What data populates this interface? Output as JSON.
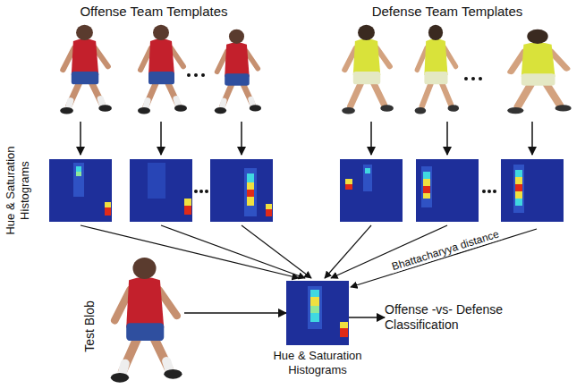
{
  "diagram": {
    "nodes": [
      {
        "text": [
          "Hue & Saturation Histograms"
        ]
      },
      {
        "text": [
          "Offense -vs- Defense Classification"
        ]
      },
      {
        "text": [
          "Test Blob"
        ]
      }
    ],
    "edges": [
      {
        "from": 2,
        "to": 0,
        "arrow": "to"
      },
      {
        "from": 0,
        "to": 1,
        "arrow": "to"
      }
    ],
    "labels": [
      "Offense Team Templates",
      "Defense Team Templates",
      "Hue & Saturation Histograms",
      "Bhattacharyya distance"
    ]
  }
}
